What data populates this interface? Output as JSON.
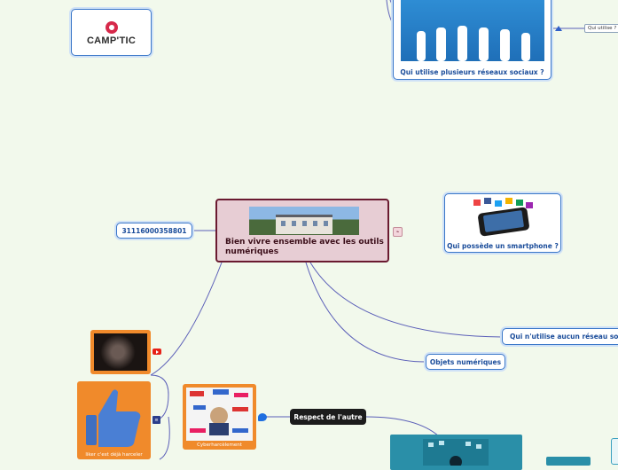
{
  "logo": {
    "text": "CAMP'TIC"
  },
  "central": {
    "title": "Bien vivre ensemble avec les outils numériques"
  },
  "nodes": {
    "reseaux": "Qui utilise plusieurs réseaux sociaux ?",
    "qui_utilise": "Qui utilise ?",
    "smartphone": "Qui possède un smartphone ?",
    "id_number": "31116000358801",
    "aucun_reseau": "Qui n'utilise aucun réseau social",
    "objets": "Objets numériques",
    "respect": "Respect de l'autre",
    "cyber": "Cyberharcèlement",
    "liker": "liker c'est déjà harceler"
  },
  "colors": {
    "background": "#f2f9ec",
    "node_border": "#3a77c8",
    "central_fill": "#e7cdd4",
    "central_border": "#6a1a30",
    "card_orange": "#f08a2b",
    "link": "#5b5fb8"
  },
  "icons": [
    "camptic-logo-icon",
    "attachment-icon",
    "youtube-icon",
    "link-icon",
    "bubble-icon",
    "arrow-icon"
  ]
}
